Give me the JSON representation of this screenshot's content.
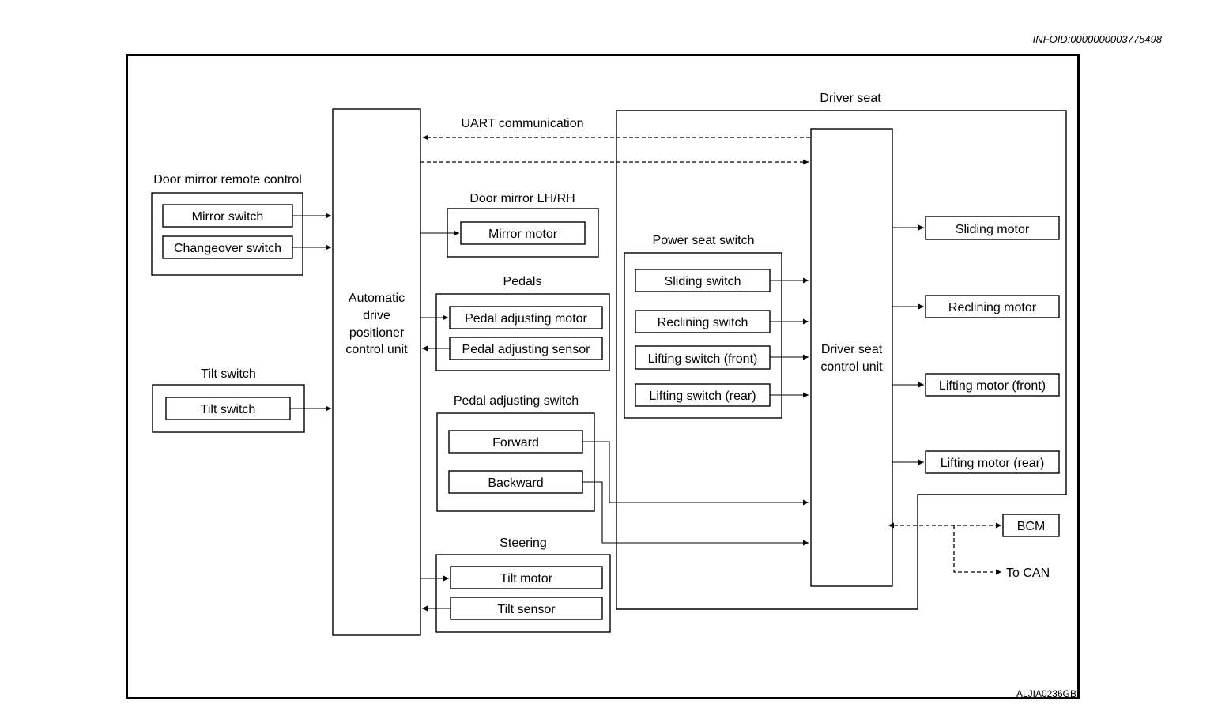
{
  "infoid": "INFOID:0000000003775498",
  "image_ref": "ALJIA0236GB",
  "adp_unit": [
    "Automatic",
    "drive",
    "positioner",
    "control unit"
  ],
  "uart": "UART communication",
  "driver_seat": {
    "title": "Driver seat",
    "control_unit": [
      "Driver seat",
      "control unit"
    ],
    "power_seat_switch": {
      "title": "Power seat switch",
      "items": [
        "Sliding switch",
        "Reclining switch",
        "Lifting switch (front)",
        "Lifting switch (rear)"
      ]
    },
    "motors": [
      "Sliding motor",
      "Reclining motor",
      "Lifting motor (front)",
      "Lifting motor (rear)"
    ]
  },
  "door_mirror_remote": {
    "title": "Door mirror remote control",
    "items": [
      "Mirror switch",
      "Changeover switch"
    ]
  },
  "tilt_switch_group": {
    "title": "Tilt switch",
    "item": "Tilt switch"
  },
  "door_mirror": {
    "title": "Door mirror LH/RH",
    "item": "Mirror motor"
  },
  "pedals": {
    "title": "Pedals",
    "items": [
      "Pedal adjusting motor",
      "Pedal adjusting sensor"
    ]
  },
  "pedal_switch": {
    "title": "Pedal adjusting switch",
    "items": [
      "Forward",
      "Backward"
    ]
  },
  "steering": {
    "title": "Steering",
    "items": [
      "Tilt motor",
      "Tilt sensor"
    ]
  },
  "bcm": "BCM",
  "to_can": "To CAN"
}
